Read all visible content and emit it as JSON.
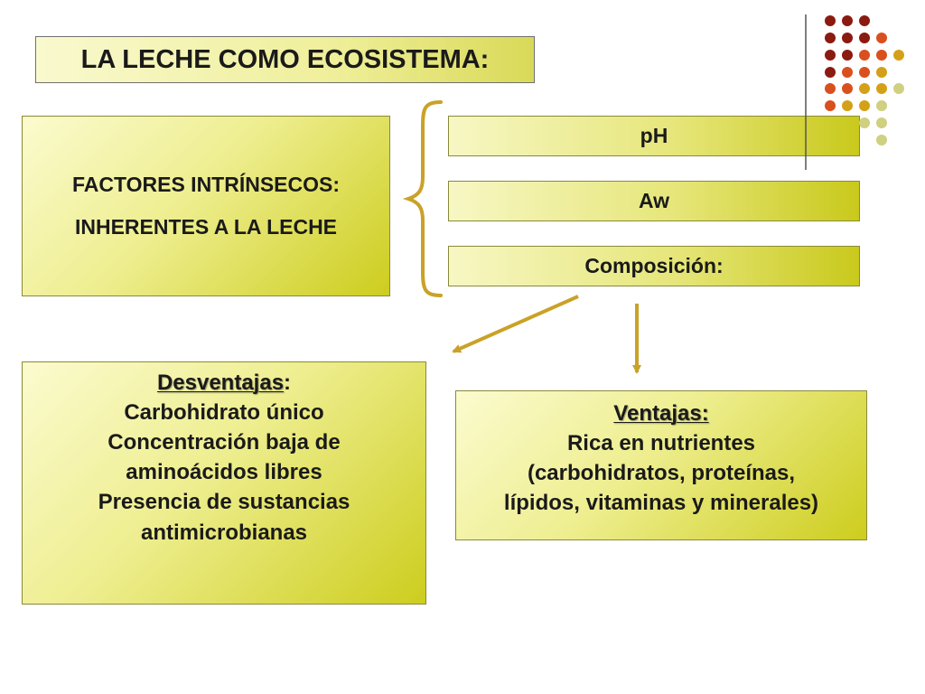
{
  "title": "LA LECHE COMO ECOSISTEMA:",
  "factores": {
    "line1": "FACTORES INTRÍNSECOS:",
    "line2": "INHERENTES A LA LECHE"
  },
  "bars": {
    "ph": "pH",
    "aw": "Aw",
    "composicion": "Composición:"
  },
  "desventajas": {
    "heading": "Desventajas",
    "heading_suffix": ":",
    "lines": [
      "Carbohidrato único",
      "Concentración baja de",
      "aminoácidos libres",
      "Presencia de sustancias",
      "antimicrobianas"
    ]
  },
  "ventajas": {
    "heading": "Ventajas:",
    "lines": [
      "Rica en nutrientes",
      "(carbohidratos, proteínas,",
      "lípidos, vitaminas y minerales)"
    ]
  },
  "colors": {
    "box_light": "#fbfbcf",
    "box_dark": "#cdcd1e",
    "arrow": "#c9a227",
    "brace": "#c9a227",
    "dot_dark_red": "#8b1a10",
    "dot_orange": "#d9501e",
    "dot_gold": "#d4a017",
    "dot_pale": "#cfd080"
  }
}
